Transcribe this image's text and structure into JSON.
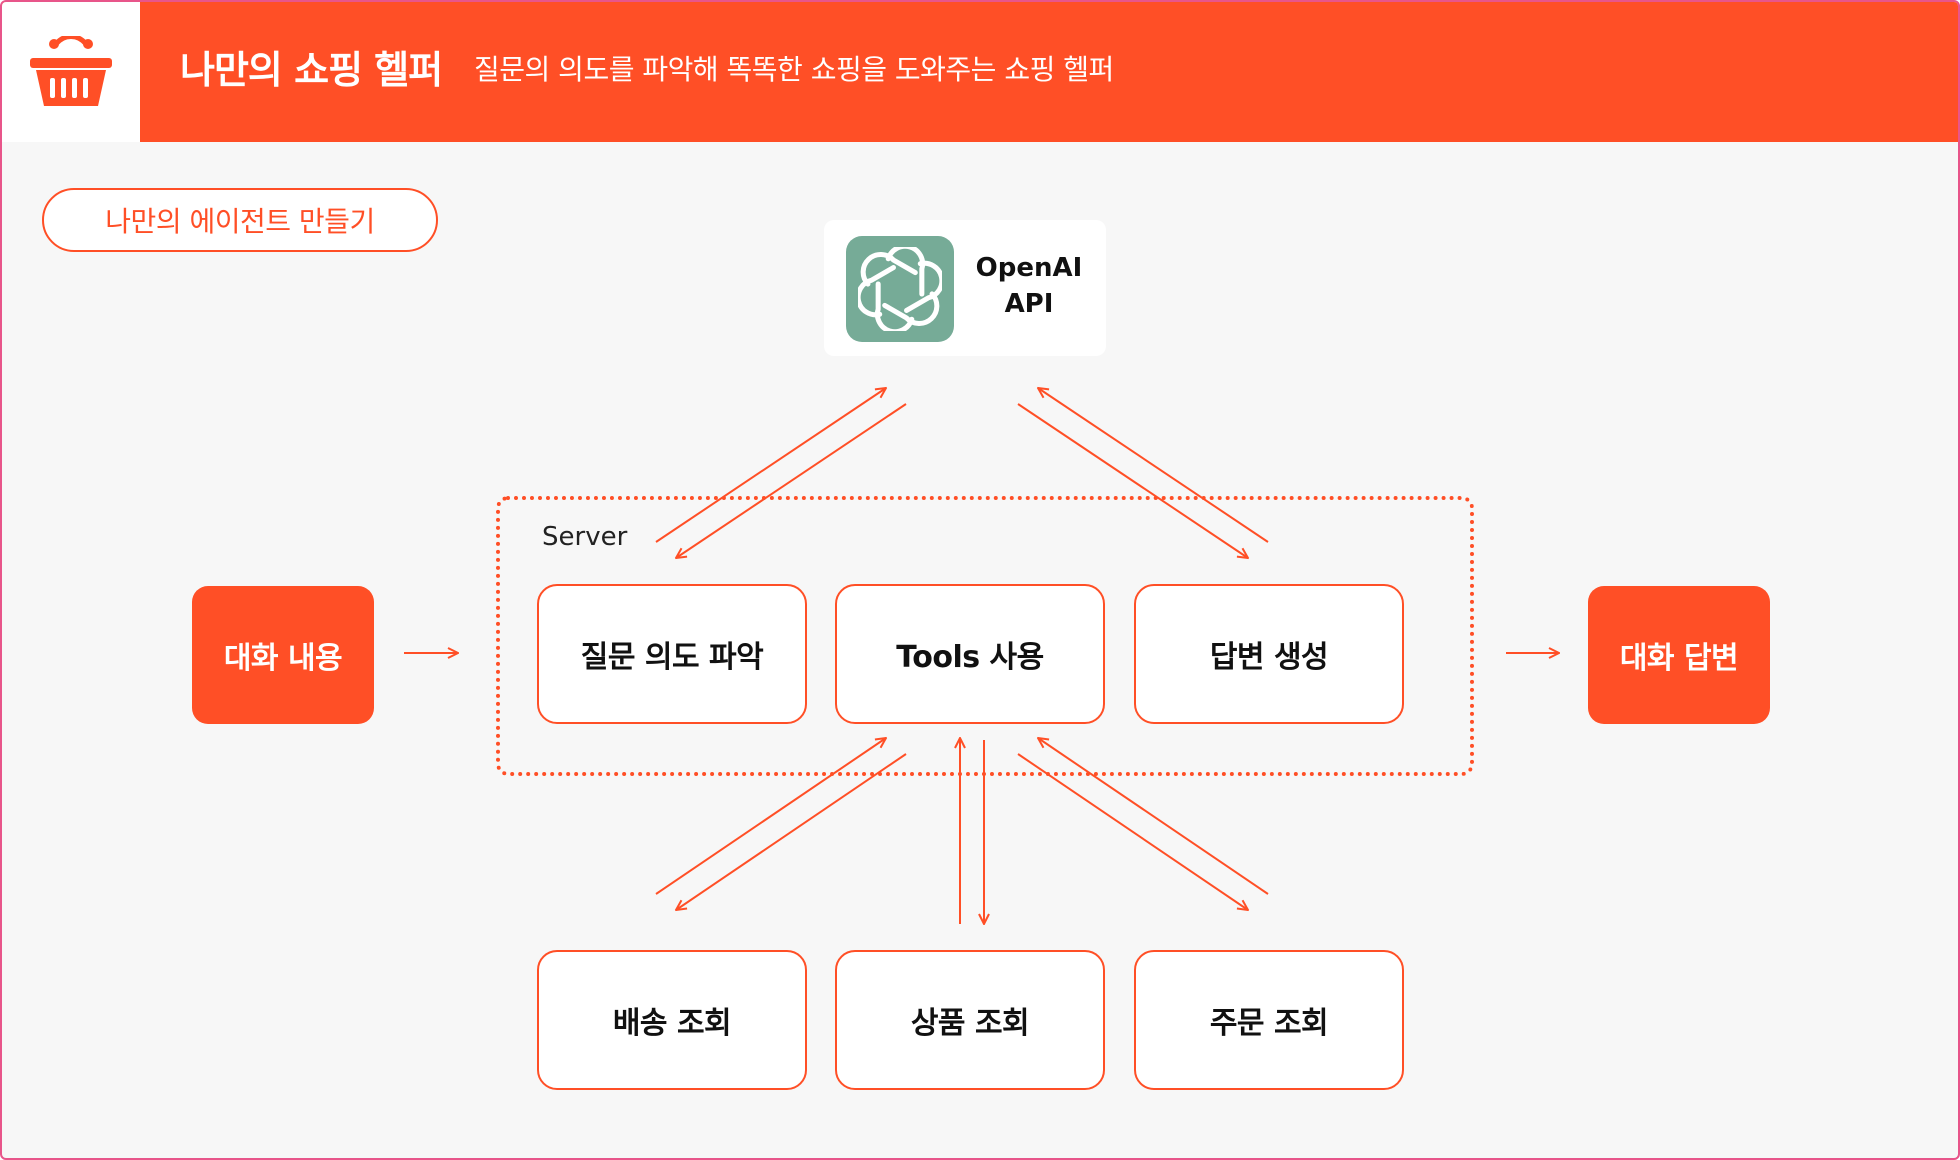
{
  "header": {
    "title": "나만의 쇼핑 헬퍼",
    "subtitle": "질문의 의도를 파악해 똑똑한 쇼핑을 도와주는 쇼핑 헬퍼",
    "logo_icon": "shopping-basket-icon"
  },
  "tag": {
    "label": "나만의 에이전트 만들기"
  },
  "openai": {
    "label_line1": "OpenAI",
    "label_line2": "API",
    "icon": "openai-logo-icon"
  },
  "server": {
    "label": "Server"
  },
  "nodes": {
    "intent": "질문 의도 파악",
    "tools": "Tools 사용",
    "answer": "답변 생성",
    "delivery": "배송 조회",
    "product": "상품 조회",
    "order": "주문 조회"
  },
  "endpoints": {
    "input": "대화 내용",
    "output": "대화 답변"
  },
  "colors": {
    "brand": "#ff4f26",
    "openai_green": "#76ab97",
    "border_pink": "#e8558a",
    "background": "#f7f7f7"
  }
}
